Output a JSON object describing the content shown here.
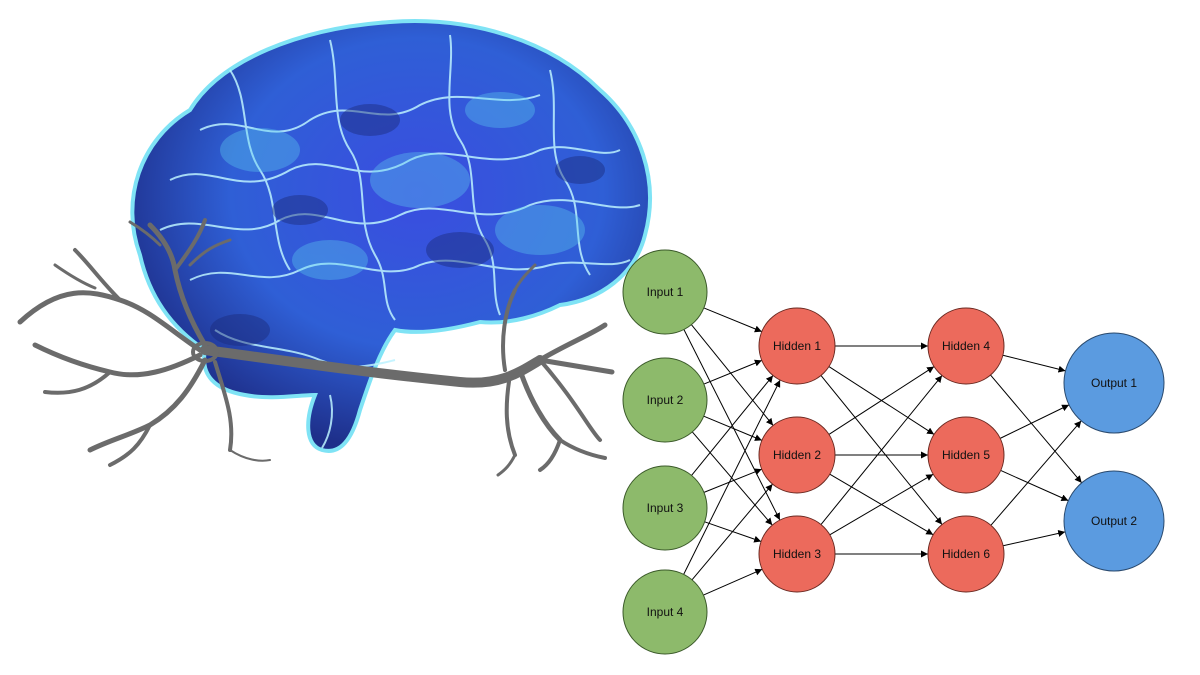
{
  "illustration": {
    "subject": "brain-with-neuron",
    "colors": {
      "brain_fill": "#2f4fd8",
      "brain_light": "#5fd0f0",
      "brain_dark": "#1b2b7a",
      "neuron": "#6b6b6b"
    }
  },
  "network": {
    "layers": [
      {
        "name": "input",
        "color": "#8dba6b",
        "stroke": "#3b5a2a",
        "nodes": [
          "Input 1",
          "Input 2",
          "Input 3",
          "Input 4"
        ]
      },
      {
        "name": "hidden-a",
        "color": "#ec6a5c",
        "stroke": "#6a2a22",
        "nodes": [
          "Hidden 1",
          "Hidden 2",
          "Hidden 3"
        ]
      },
      {
        "name": "hidden-b",
        "color": "#ec6a5c",
        "stroke": "#6a2a22",
        "nodes": [
          "Hidden 4",
          "Hidden 5",
          "Hidden 6"
        ]
      },
      {
        "name": "output",
        "color": "#5b9be0",
        "stroke": "#2a4a6e",
        "nodes": [
          "Output 1",
          "Output 2"
        ]
      }
    ],
    "connectivity": "fully-connected"
  }
}
